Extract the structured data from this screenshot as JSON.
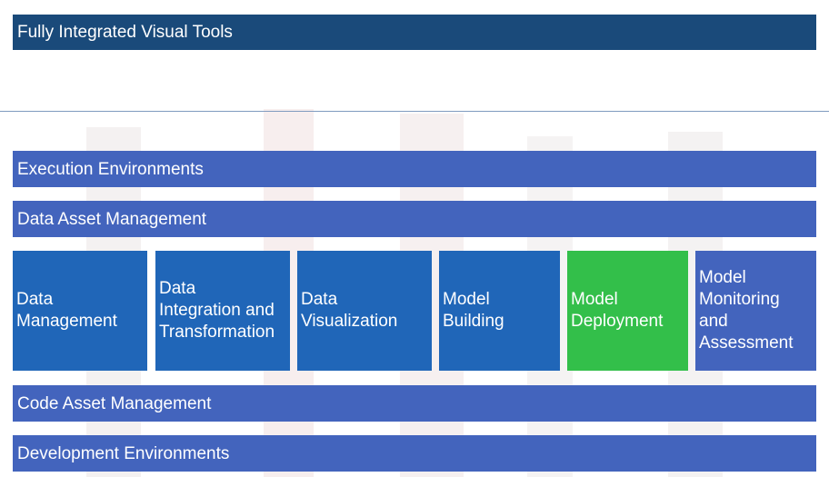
{
  "header": {
    "title": "Fully Integrated Visual Tools"
  },
  "layers": {
    "execution": "Execution Environments",
    "data_asset": "Data Asset Management",
    "code_asset": "Code Asset Management",
    "development": "Development Environments"
  },
  "lifecycle": [
    {
      "label": "Data\nManagement",
      "color": "#2066b8"
    },
    {
      "label": "Data\nIntegration and\nTransformation",
      "color": "#2066b8"
    },
    {
      "label": "Data\nVisualization",
      "color": "#2066b8"
    },
    {
      "label": "Model\nBuilding",
      "color": "#2066b8"
    },
    {
      "label": "Model\nDeployment",
      "color": "#33bf4a"
    },
    {
      "label": "Model\nMonitoring\nand\nAssessment",
      "color": "#4364bd"
    }
  ],
  "colors": {
    "header_bg": "#1a4a7a",
    "layer_bg": "#4364bd",
    "stage_bg": "#2066b8",
    "highlight": "#33bf4a"
  }
}
